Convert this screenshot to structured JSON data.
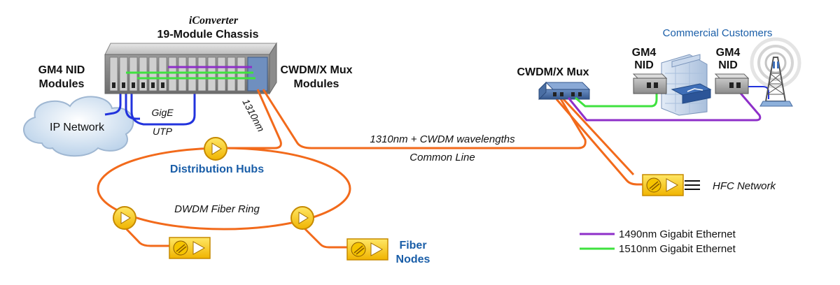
{
  "chassis": {
    "brand": "iConverter",
    "title": "19-Module Chassis"
  },
  "labels": {
    "gm4_nid_modules_l1": "GM4 NID",
    "gm4_nid_modules_l2": "Modules",
    "cwdm_mux_modules_l1": "CWDM/X Mux",
    "cwdm_mux_modules_l2": "Modules",
    "ip_network": "IP Network",
    "gige": "GigE",
    "utp": "UTP",
    "nm_1310": "1310nm",
    "common_line_l1": "1310nm + CWDM wavelengths",
    "common_line_l2": "Common Line",
    "distribution_hubs": "Distribution Hubs",
    "dwdm_ring": "DWDM  Fiber Ring",
    "fiber_nodes_l1": "Fiber",
    "fiber_nodes_l2": "Nodes",
    "remote_mux": "CWDM/X Mux",
    "commercial_customers": "Commercial Customers",
    "gm4_nid_a_l1": "GM4",
    "gm4_nid_a_l2": "NID",
    "gm4_nid_b_l1": "GM4",
    "gm4_nid_b_l2": "NID",
    "hfc_network": "HFC Network"
  },
  "legend": [
    {
      "label": "1490nm Gigabit Ethernet",
      "color": "#8e2fc9"
    },
    {
      "label": "1510nm Gigabit Ethernet",
      "color": "#3fe23f"
    }
  ],
  "colors": {
    "fiber": "#f26a1b",
    "utp": "#2233dd",
    "purple": "#8e2fc9",
    "green": "#3fe23f",
    "hub_yellow": "#f5c400",
    "accent_blue": "#1a5ea8"
  }
}
